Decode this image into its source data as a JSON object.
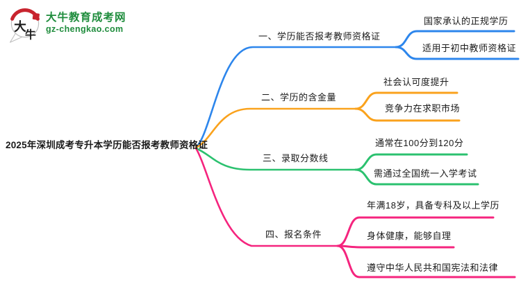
{
  "logo": {
    "brand": "大牛教育成考网",
    "domain": "gz-chengkao.com",
    "seal_chars": "大牛",
    "seal_char_top": "大",
    "seal_char_bottom": "牛",
    "brand_color": "#1e8c3c",
    "seal_red": "#c8242e"
  },
  "root": {
    "label": "2025年深圳成考专升本学历能否报考教师资格证"
  },
  "branches": [
    {
      "label": "一、学历能否报考教师资格证",
      "color": "#2d86ec",
      "children": [
        "国家承认的正规学历",
        "适用于初中教师资格证"
      ]
    },
    {
      "label": "二、学历的含金量",
      "color": "#faa21c",
      "children": [
        "社会认可度提升",
        "竞争力在求职市场"
      ]
    },
    {
      "label": "三、录取分数线",
      "color": "#2bc16f",
      "children": [
        "通常在100分到120分",
        "需通过全国统一入学考试"
      ]
    },
    {
      "label": "四、报名条件",
      "color": "#f5247e",
      "children": [
        "年满18岁，具备专科及以上学历",
        "身体健康，能够自理",
        "遵守中华人民共和国宪法和法律"
      ]
    }
  ],
  "text_color": "#1a1a1a"
}
